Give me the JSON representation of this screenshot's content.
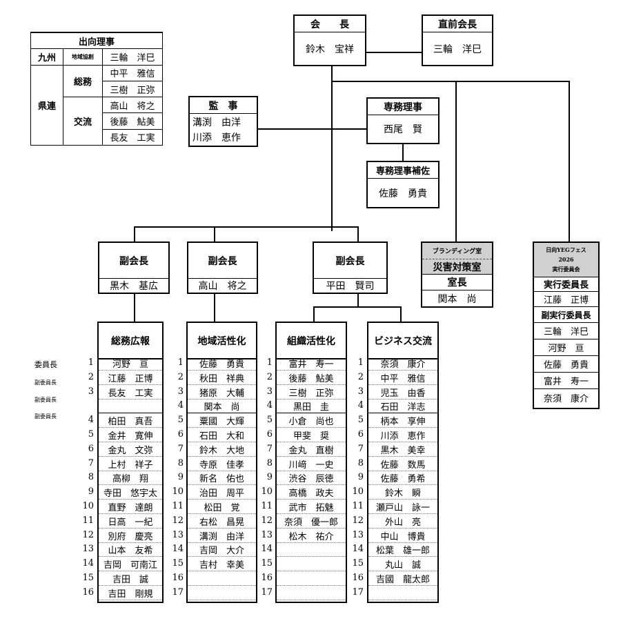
{
  "dispatch": {
    "title": "出向理事",
    "kyushu_label": "九州",
    "kyushu_sub": "地域協創",
    "kyushu_name": "三輪　洋巳",
    "pref_label": "県連",
    "somu_label": "総務",
    "somu_names": [
      "中平　雅信",
      "三樹　正弥"
    ],
    "koryu_label": "交流",
    "koryu_names": [
      "高山　将之",
      "後藤　鮎美",
      "長友　工実"
    ]
  },
  "president": {
    "title": "会　　長",
    "name": "鈴木　宝祥"
  },
  "past_president": {
    "title": "直前会長",
    "name": "三輪　洋巳"
  },
  "auditor": {
    "title": "監　事",
    "names": [
      "溝渕　由洋",
      "川添　恵作"
    ]
  },
  "exec_director": {
    "title": "専務理事",
    "name": "西尾　賢"
  },
  "exec_assistant": {
    "title": "専務理事補佐",
    "name": "佐藤　勇貴"
  },
  "vice_presidents": [
    {
      "title": "副会長",
      "name": "黒木　基広"
    },
    {
      "title": "副会長",
      "name": "高山　将之"
    },
    {
      "title": "副会長",
      "name": "平田　賢司"
    }
  ],
  "branding": {
    "title": "ブランディング室",
    "subtitle": "災害対策室",
    "role": "室長",
    "name": "関本　尚"
  },
  "festival": {
    "title": "日向YEGフェス",
    "year": "2026",
    "committee": "実行委員会",
    "chair_label": "実行委員長",
    "chair_name": "江藤　正博",
    "vice_label": "副実行委員長",
    "vice_names": [
      "三輪　洋巳",
      "河野　亘",
      "佐藤　勇貴",
      "富井　寿一",
      "奈須　康介"
    ]
  },
  "roles": [
    "委員長",
    "副委員長",
    "副委員長",
    "副委員長"
  ],
  "committees": [
    {
      "title": "総務広報",
      "numbers": [
        "1",
        "2",
        "3",
        "",
        "4",
        "5",
        "6",
        "7",
        "8",
        "9",
        "10",
        "11",
        "12",
        "13",
        "14",
        "15",
        "16"
      ],
      "members": [
        "河野　亘",
        "江藤　正博",
        "長友　工実",
        "",
        "柏田　真吾",
        "金井　寛伸",
        "金丸　文弥",
        "上村　祥子",
        "高柳　翔",
        "寺田　悠宇太",
        "直野　達朗",
        "日高　一紀",
        "別府　慶亮",
        "山本　友希",
        "吉岡　可南江",
        "吉田　誠",
        "吉田　剛規"
      ]
    },
    {
      "title": "地域活性化",
      "numbers": [
        "1",
        "2",
        "3",
        "4",
        "5",
        "6",
        "7",
        "8",
        "9",
        "10",
        "11",
        "12",
        "13",
        "14",
        "15",
        "16",
        "17"
      ],
      "members": [
        "佐藤　勇貴",
        "秋田　祥典",
        "猪原　大輔",
        "関本　尚",
        "粟國　大輝",
        "石田　大和",
        "鈴木　大地",
        "寺原　佳孝",
        "新名　佑也",
        "治田　周平",
        "松田　覚",
        "右松　昌晃",
        "溝渕　由洋",
        "吉岡　大介",
        "吉村　幸美",
        "",
        ""
      ]
    },
    {
      "title": "組織活性化",
      "numbers": [
        "1",
        "2",
        "3",
        "4",
        "5",
        "6",
        "7",
        "8",
        "9",
        "10",
        "11",
        "12",
        "13",
        "14",
        "15",
        "16",
        "17"
      ],
      "members": [
        "富井　寿一",
        "後藤　鮎美",
        "三樹　正弥",
        "黒田　圭",
        "小倉　尚也",
        "甲斐　奨",
        "金丸　直樹",
        "川﨑　一史",
        "渋谷　辰徳",
        "高橋　政夫",
        "武市　拓魅",
        "奈須　優一郎",
        "松木　祐介",
        "",
        "",
        "",
        ""
      ]
    },
    {
      "title": "ビジネス交流",
      "numbers": [
        "1",
        "2",
        "3",
        "4",
        "5",
        "6",
        "7",
        "8",
        "9",
        "10",
        "11",
        "12",
        "13",
        "14",
        "15",
        "16",
        "17"
      ],
      "members": [
        "奈須　康介",
        "中平　雅信",
        "児玉　由香",
        "石田　洋志",
        "柄本　享伸",
        "川添　恵作",
        "黒木　美幸",
        "佐藤　数馬",
        "佐藤　勇希",
        "鈴木　瞬",
        "瀬戸山　詠一",
        "外山　亮",
        "中山　博貴",
        "松葉　雄一郎",
        "丸山　誠",
        "吉國　龍太郎",
        ""
      ]
    }
  ]
}
